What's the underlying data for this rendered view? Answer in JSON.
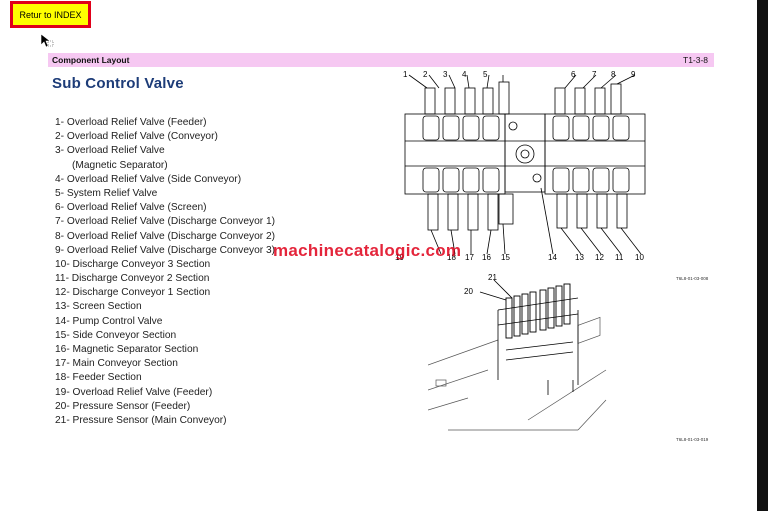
{
  "nav": {
    "index_button": "Retur to INDEX"
  },
  "header": {
    "section": "Component Layout",
    "code": "T1-3-8"
  },
  "title": "Sub Control Valve",
  "items": [
    "1- Overload Relief Valve (Feeder)",
    "2- Overload Relief Valve (Conveyor)",
    "3- Overload Relief Valve",
    "(Magnetic Separator)",
    "4- Overload Relief Valve (Side Conveyor)",
    "5- System Relief Valve",
    "6- Overload Relief Valve (Screen)",
    "7- Overload Relief Valve (Discharge Conveyor 1)",
    "8- Overload Relief Valve (Discharge Conveyor 2)",
    "9- Overload Relief Valve (Discharge Conveyor 3)",
    "10- Discharge Conveyor 3 Section",
    "11- Discharge Conveyor 2 Section",
    "12- Discharge Conveyor 1 Section",
    "13- Screen Section",
    "14- Pump Control Valve",
    "15- Side Conveyor Section",
    "16- Magnetic Separator Section",
    "17- Main Conveyor Section",
    "18- Feeder Section",
    "19- Overload Relief Valve (Feeder)",
    "20- Pressure Sensor (Feeder)",
    "21- Pressure Sensor (Main Conveyor)"
  ],
  "callouts_top": [
    "1",
    "2",
    "3",
    "4",
    "5",
    "6",
    "7",
    "8",
    "9"
  ],
  "callouts_bottom": [
    "19",
    "18",
    "17",
    "16",
    "15",
    "14",
    "13",
    "12",
    "11",
    "10"
  ],
  "callouts_lower": [
    "21",
    "20"
  ],
  "figure_codes": [
    "T6L8-01-03-008",
    "T6L8-01-03-019"
  ],
  "watermark": "machinecatalogic.com",
  "colors": {
    "accent": "#1d3c78",
    "header_band": "#f6c8f2",
    "button": "#ffff00",
    "button_border": "#e0001a",
    "watermark": "#e0001a"
  }
}
